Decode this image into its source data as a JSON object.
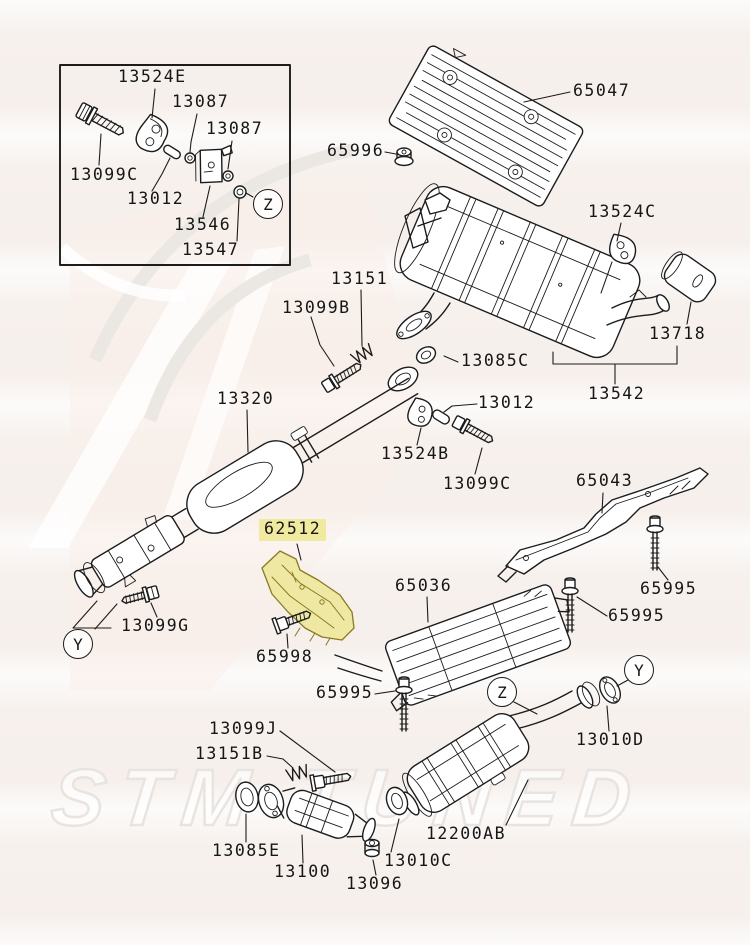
{
  "watermark": {
    "text": "STM TUNED"
  },
  "colors": {
    "highlight": "#f0e9a0",
    "line": "#1c1c1c",
    "background": "#f7f1ed",
    "ghost": "#ebe7e3"
  },
  "callouts": [
    {
      "text": "Z"
    },
    {
      "text": "Y"
    },
    {
      "text": "Z"
    },
    {
      "text": "Y"
    }
  ],
  "labels": [
    {
      "text": "13524E",
      "highlight": false
    },
    {
      "text": "13087",
      "highlight": false
    },
    {
      "text": "13087",
      "highlight": false
    },
    {
      "text": "13099C",
      "highlight": false
    },
    {
      "text": "13012",
      "highlight": false
    },
    {
      "text": "13546",
      "highlight": false
    },
    {
      "text": "13547",
      "highlight": false
    },
    {
      "text": "65047",
      "highlight": false
    },
    {
      "text": "65996",
      "highlight": false
    },
    {
      "text": "13524C",
      "highlight": false
    },
    {
      "text": "13718",
      "highlight": false
    },
    {
      "text": "13542",
      "highlight": false
    },
    {
      "text": "13085C",
      "highlight": false
    },
    {
      "text": "13151",
      "highlight": false
    },
    {
      "text": "13099B",
      "highlight": false
    },
    {
      "text": "13320",
      "highlight": false
    },
    {
      "text": "13012",
      "highlight": false
    },
    {
      "text": "13524B",
      "highlight": false
    },
    {
      "text": "13099C",
      "highlight": false
    },
    {
      "text": "65043",
      "highlight": false
    },
    {
      "text": "62512",
      "highlight": true
    },
    {
      "text": "65998",
      "highlight": false
    },
    {
      "text": "65995",
      "highlight": false
    },
    {
      "text": "65995",
      "highlight": false
    },
    {
      "text": "65036",
      "highlight": false
    },
    {
      "text": "65995",
      "highlight": false
    },
    {
      "text": "13099G",
      "highlight": false
    },
    {
      "text": "13099J",
      "highlight": false
    },
    {
      "text": "13151B",
      "highlight": false
    },
    {
      "text": "13085E",
      "highlight": false
    },
    {
      "text": "13100",
      "highlight": false
    },
    {
      "text": "13096",
      "highlight": false
    },
    {
      "text": "13010C",
      "highlight": false
    },
    {
      "text": "12200AB",
      "highlight": false
    },
    {
      "text": "13010D",
      "highlight": false
    }
  ]
}
